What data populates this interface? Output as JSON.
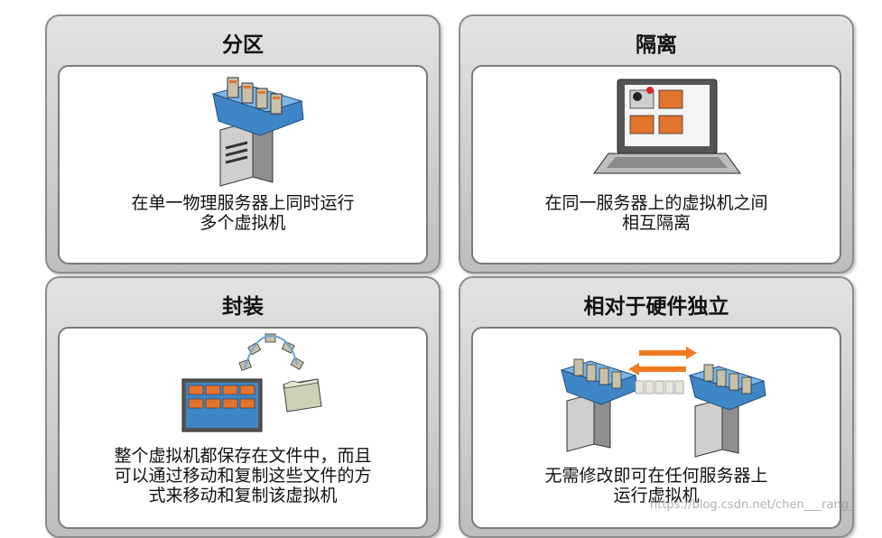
{
  "panels": {
    "partition": {
      "title": "分区",
      "caption_lines": [
        "在单一物理服务器上同时运行",
        "多个虚拟机"
      ]
    },
    "isolation": {
      "title": "隔离",
      "caption_lines": [
        "在同一服务器上的虚拟机之间",
        "相互隔离"
      ]
    },
    "encapsulation": {
      "title": "封装",
      "caption_lines": [
        "整个虚拟机都保存在文件中，而且",
        "可以通过移动和复制这些文件的方",
        "式来移动和复制该虚拟机"
      ]
    },
    "hardware_independence": {
      "title": "相对于硬件独立",
      "caption_lines": [
        "无需修改即可在任何服务器上",
        "运行虚拟机"
      ]
    }
  },
  "watermark": "https://blog.csdn.net/chen___rang_",
  "colors": {
    "tray_blue": "#3f86c6",
    "server_dark": "#3a3a3a",
    "vm_orange": "#e2742e",
    "arrow_orange": "#f07a22",
    "panel_border": "#8c8c8c"
  }
}
